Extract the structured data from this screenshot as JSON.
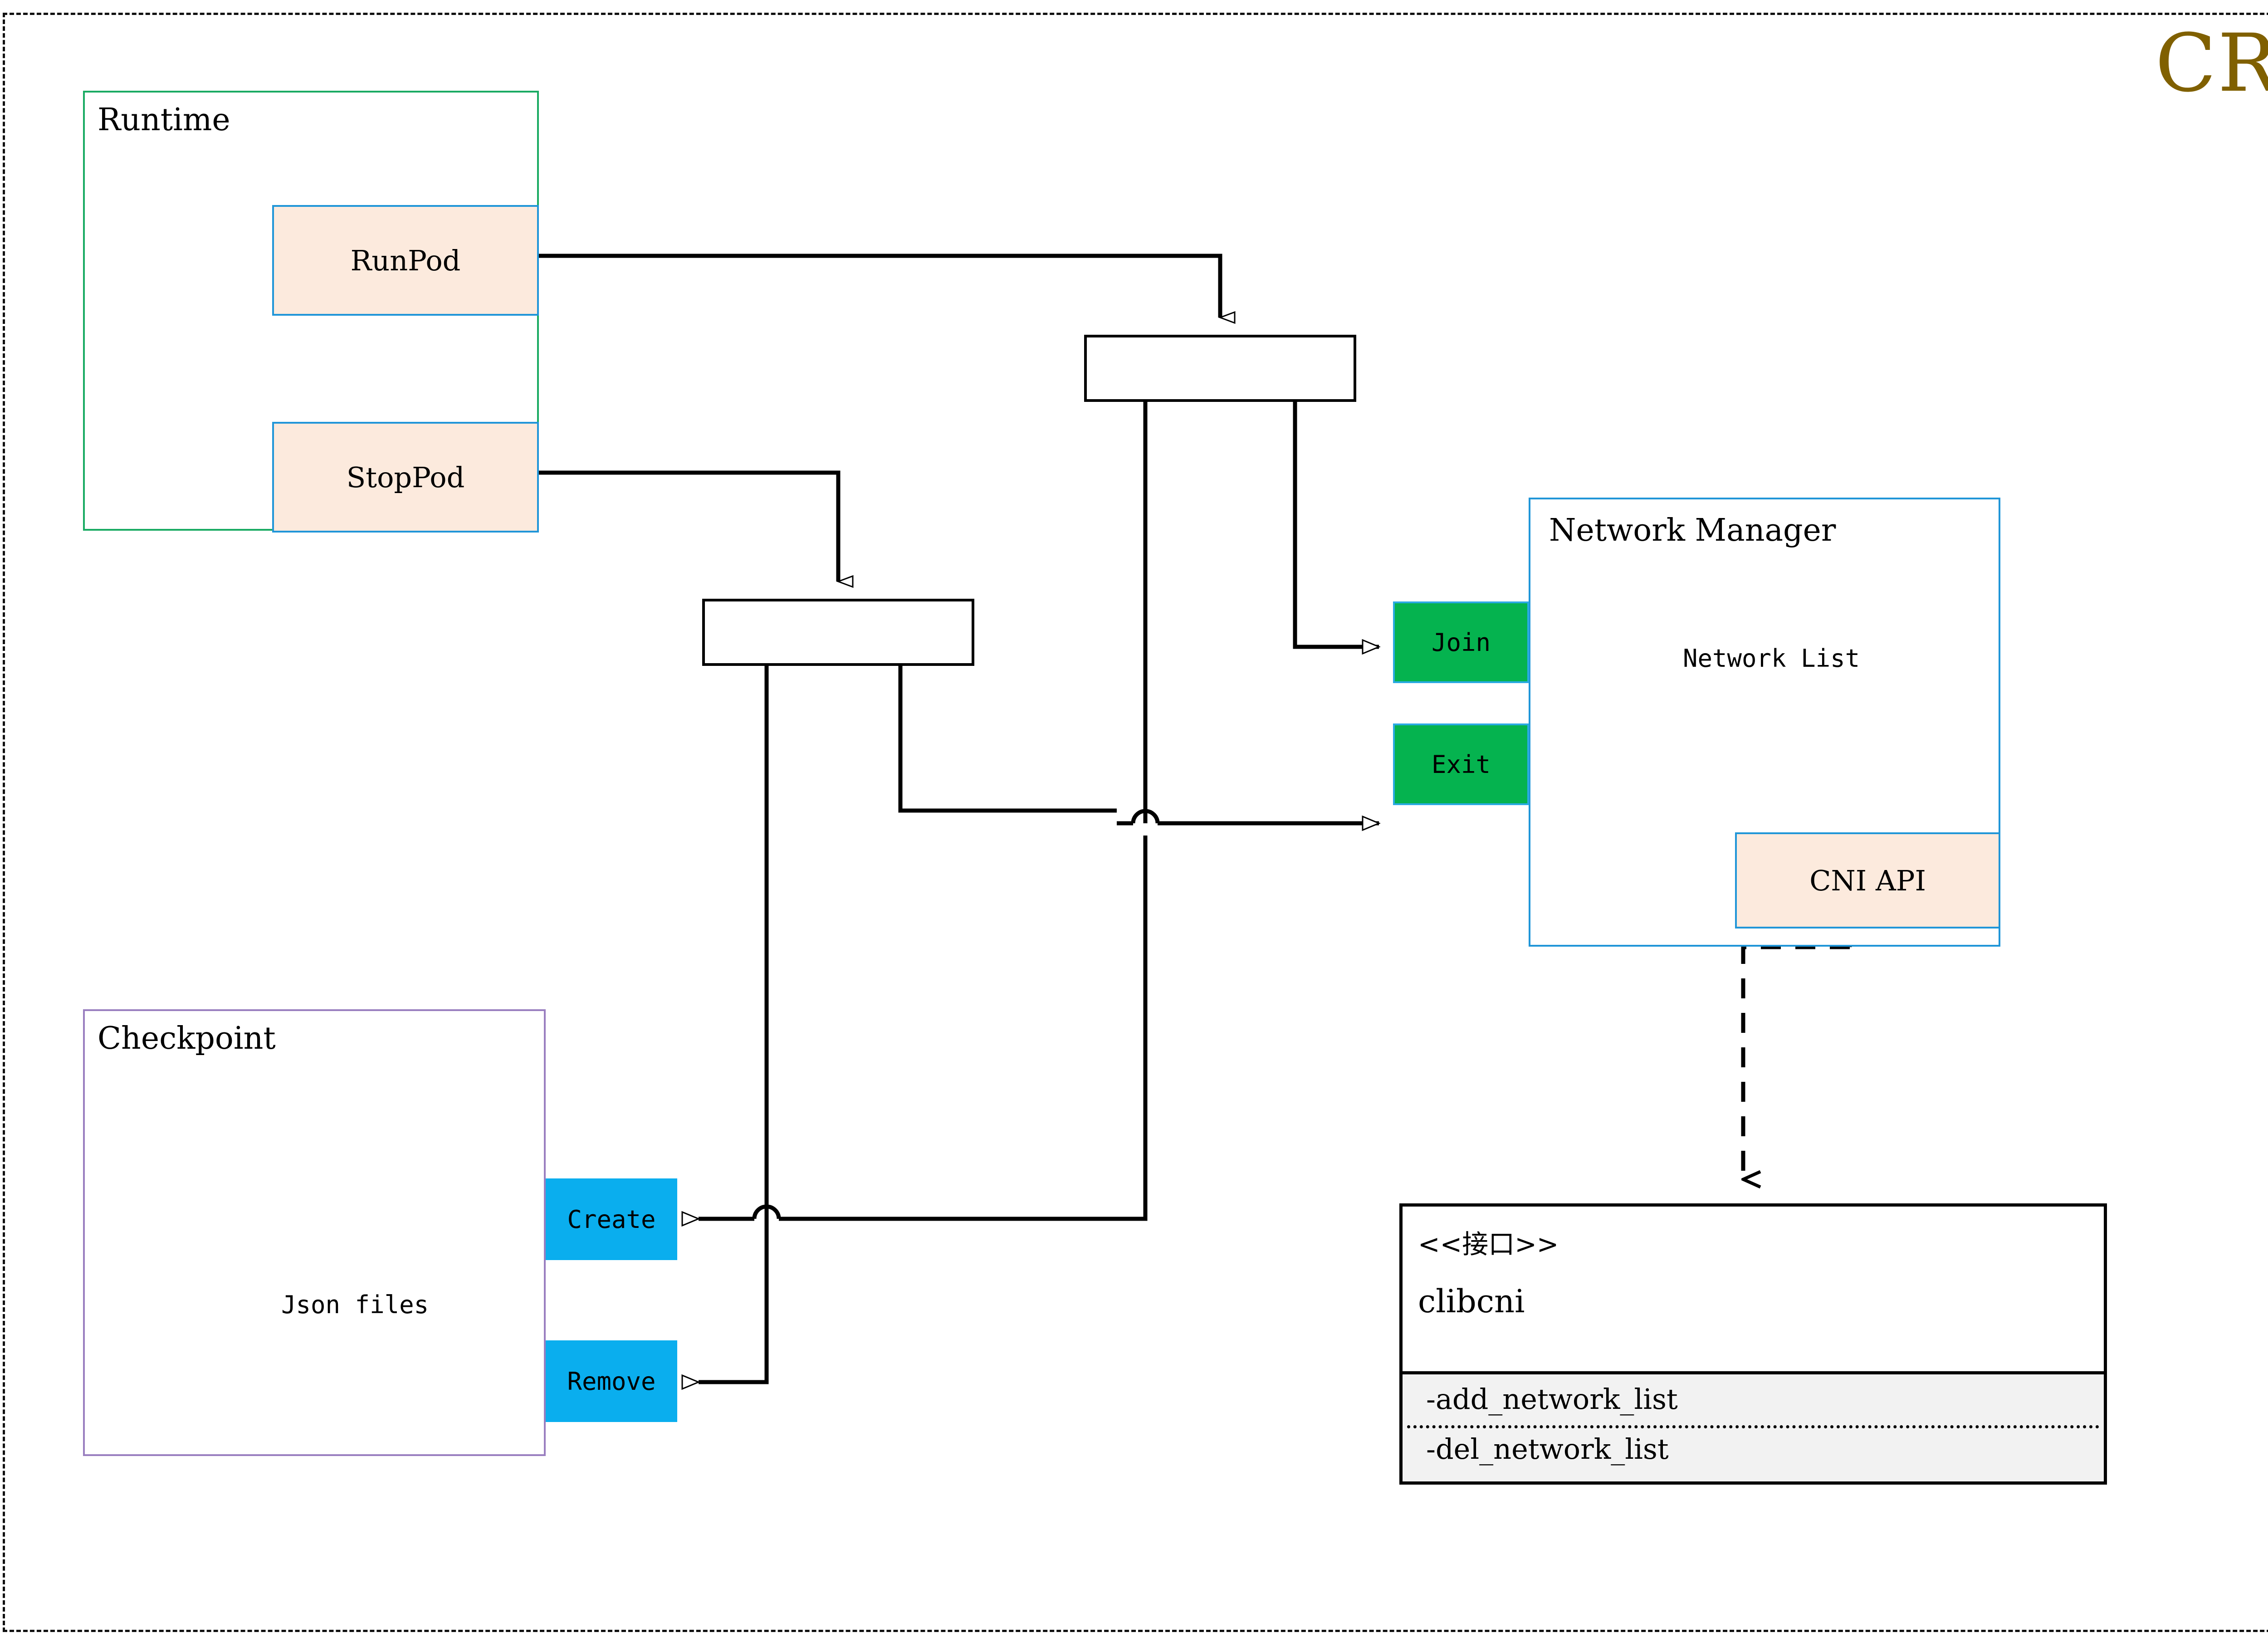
{
  "diagram": {
    "title": "CRI",
    "title_color": "#806000"
  },
  "containers": {
    "runtime": {
      "label": "Runtime",
      "border_color": "#1aab63"
    },
    "checkpoint": {
      "label": "Checkpoint",
      "border_color": "#9a7fc0"
    },
    "network_manager": {
      "label": "Network Manager",
      "border_color": "#2196d8"
    }
  },
  "runtime_operations": [
    {
      "label": "RunPod",
      "fill": "#fceadd",
      "border": "#2196d8"
    },
    {
      "label": "StopPod",
      "fill": "#fceadd",
      "border": "#2196d8"
    }
  ],
  "network_manager_items": {
    "store_label": "Network List",
    "cni_api": {
      "label": "CNI API",
      "fill": "#fceadd",
      "border": "#2196d8"
    }
  },
  "network_ports": [
    {
      "label": "Join",
      "fill": "#05b34f",
      "border": "#2aaae2"
    },
    {
      "label": "Exit",
      "fill": "#05b34f",
      "border": "#2aaae2"
    }
  ],
  "checkpoint_items": {
    "store_label": "Json files"
  },
  "checkpoint_ports": [
    {
      "label": "Create",
      "fill": "#0aaeee"
    },
    {
      "label": "Remove",
      "fill": "#0aaeee"
    }
  ],
  "interface_class": {
    "stereotype": "<<接口>>",
    "name": "clibcni",
    "methods": [
      "-add_network_list",
      "-del_network_list"
    ],
    "methods_fill": "#f2f2f2"
  },
  "junctions": [
    {
      "name": "runpod-merge"
    },
    {
      "name": "stoppod-merge"
    }
  ]
}
